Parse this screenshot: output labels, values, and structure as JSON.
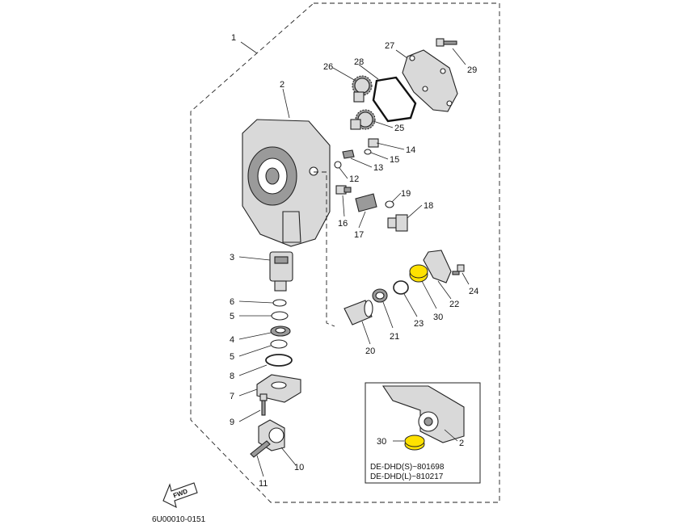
{
  "diagram": {
    "callouts": {
      "c1": "1",
      "c2": "2",
      "c3": "3",
      "c4": "4",
      "c5a": "5",
      "c5b": "5",
      "c6": "6",
      "c7": "7",
      "c8": "8",
      "c9": "9",
      "c10": "10",
      "c11": "11",
      "c12": "12",
      "c13": "13",
      "c14": "14",
      "c15": "15",
      "c16": "16",
      "c17": "17",
      "c18": "18",
      "c19": "19",
      "c20": "20",
      "c21": "21",
      "c22": "22",
      "c23": "23",
      "c24": "24",
      "c25": "25",
      "c26": "26",
      "c27": "27",
      "c28": "28",
      "c29": "29",
      "c30": "30"
    },
    "inset": {
      "callout_30": "30",
      "callout_2": "2",
      "note_line1": "DE-DHD(S)~801698",
      "note_line2": "DE-DHD(L)~810217"
    },
    "fwd_label": "FWD",
    "drawing_code": "6U00010-0151",
    "highlight_color": "#ffe100"
  }
}
